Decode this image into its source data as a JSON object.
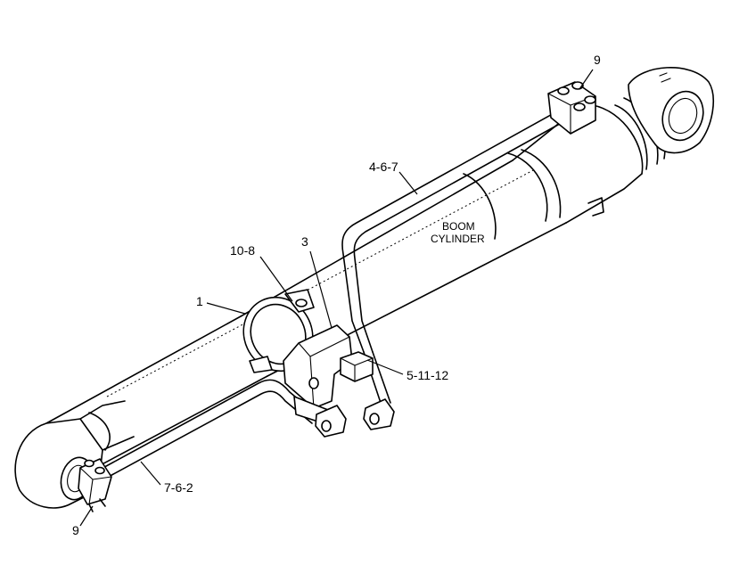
{
  "callouts": {
    "part_9_top": "9",
    "part_4_6_7": "4-6-7",
    "part_10_8": "10-8",
    "part_3": "3",
    "part_1": "1",
    "part_5_11_12": "5-11-12",
    "part_7_6_2": "7-6-2",
    "part_9_bottom": "9"
  },
  "cylinder_label": {
    "line1": "BOOM",
    "line2": "CYLINDER"
  }
}
